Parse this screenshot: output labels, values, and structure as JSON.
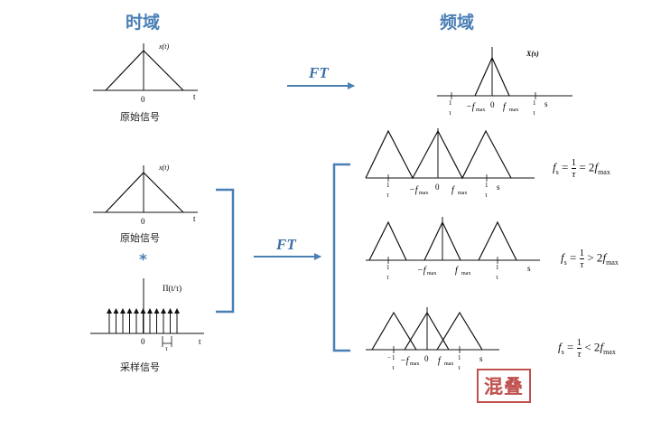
{
  "headings": {
    "time_domain": "时域",
    "freq_domain": "频域"
  },
  "ft_label": "FT",
  "captions": {
    "original_signal_top": "原始信号",
    "original_signal_mid": "原始信号",
    "sampling_signal": "采样信号"
  },
  "convolution_symbol": "*",
  "time_plots": {
    "signal_label": "x(t)",
    "comb_label": "Π(t/τ)",
    "origin": "0",
    "axis_var": "t",
    "tau": "τ"
  },
  "freq_plots": {
    "spectrum_label": "X(s)",
    "axis_var": "s",
    "neg_fmax": "−f",
    "pos_fmax": "f",
    "max_sub": "max",
    "origin": "0",
    "one": "1",
    "tau": "τ",
    "neg": "−"
  },
  "formulas": {
    "case1": {
      "lhs": "f",
      "sub": "s",
      "rel1": "=",
      "frac_num": "1",
      "frac_den": "τ",
      "rel2": "= 2",
      "fmax": "f",
      "fmax_sub": "max"
    },
    "case2": {
      "lhs": "f",
      "sub": "s",
      "rel1": "=",
      "frac_num": "1",
      "frac_den": "τ",
      "rel2": "> 2",
      "fmax": "f",
      "fmax_sub": "max"
    },
    "case3": {
      "lhs": "f",
      "sub": "s",
      "rel1": "=",
      "frac_num": "1",
      "frac_den": "τ",
      "rel2": "< 2",
      "fmax": "f",
      "fmax_sub": "max"
    }
  },
  "aliasing_label": "混叠",
  "colors": {
    "accent_blue": "#4a7fb5",
    "aliasing_red": "#c0504d"
  }
}
